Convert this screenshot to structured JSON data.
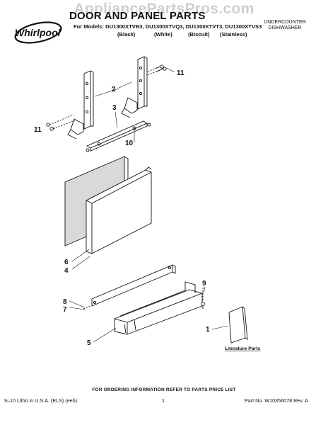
{
  "watermark": "AppliancePartsPros.com",
  "brand": "Whirlpool",
  "header": {
    "title": "DOOR AND PANEL PARTS",
    "models_line": "For Models: DU1300XTVB3, DU1300XTVQ3, DU1300XTVT3, DU1300XTVS3",
    "colors": [
      "(Black)",
      "(White)",
      "(Biscuit)",
      "(Stainless)"
    ],
    "category_line1": "UNDERCOUNTER",
    "category_line2": "DISHWASHER"
  },
  "callouts": {
    "c1": "1",
    "c2": "2",
    "c3": "3",
    "c4": "4",
    "c5": "5",
    "c6": "6",
    "c7": "7",
    "c8": "8",
    "c9": "9",
    "c10": "10",
    "c11_right": "11",
    "c11_left": "11"
  },
  "literature_label": "Literature Parts",
  "footer": {
    "note": "FOR ORDERING INFORMATION REFER TO PARTS PRICE LIST",
    "left": "9–10 Litho in U.S.A. (ELS) (eeb)",
    "page": "1",
    "right": "Part No. W10356078 Rev. A"
  }
}
